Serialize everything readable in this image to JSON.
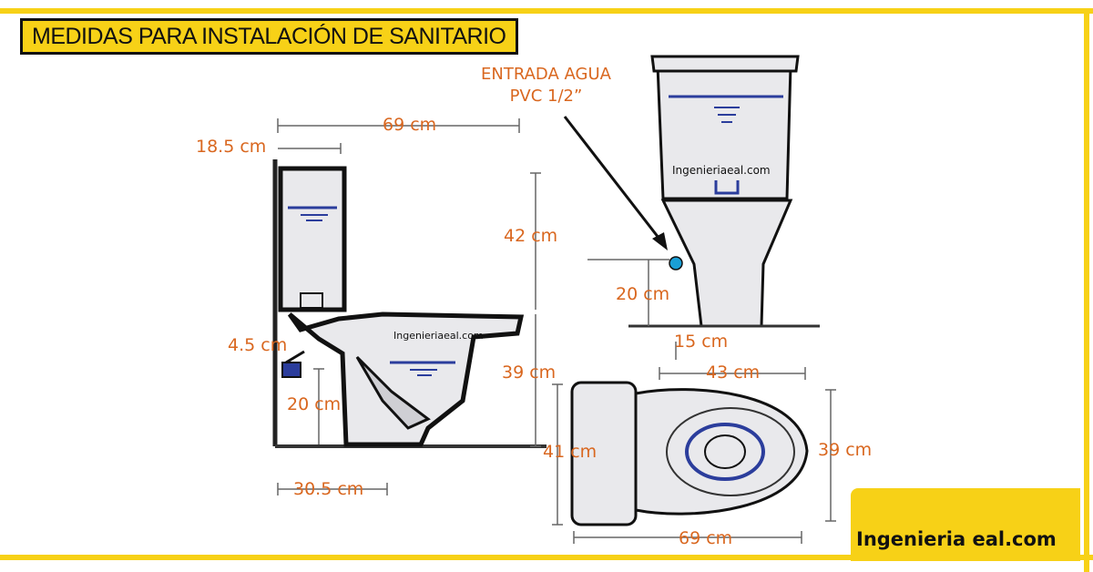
{
  "title": "MEDIDAS PARA INSTALACIÓN DE SANITARIO",
  "watermark": "Ingenieriaeal.com",
  "brand": "Ingenieria eal.com",
  "inlet_note": {
    "line1": "ENTRADA AGUA",
    "line2": "PVC 1/2”"
  },
  "dimensions": {
    "total_depth_side": "69 cm",
    "tank_depth": "18.5 cm",
    "tank_height": "42 cm",
    "inlet_to_wall": "4.5 cm",
    "bowl_height": "39 cm",
    "inlet_height_side": "20 cm",
    "drain_to_wall": "30.5 cm",
    "inlet_height_front": "20 cm",
    "inlet_offset_front": "15 cm",
    "front_width": "43 cm",
    "top_width_left": "41 cm",
    "top_width_right": "39 cm",
    "top_length": "69 cm"
  },
  "colors": {
    "accent": "#f7d117",
    "dimension": "#d9671f",
    "water": "#2b3d9c",
    "inlet": "#1a9fd6"
  }
}
